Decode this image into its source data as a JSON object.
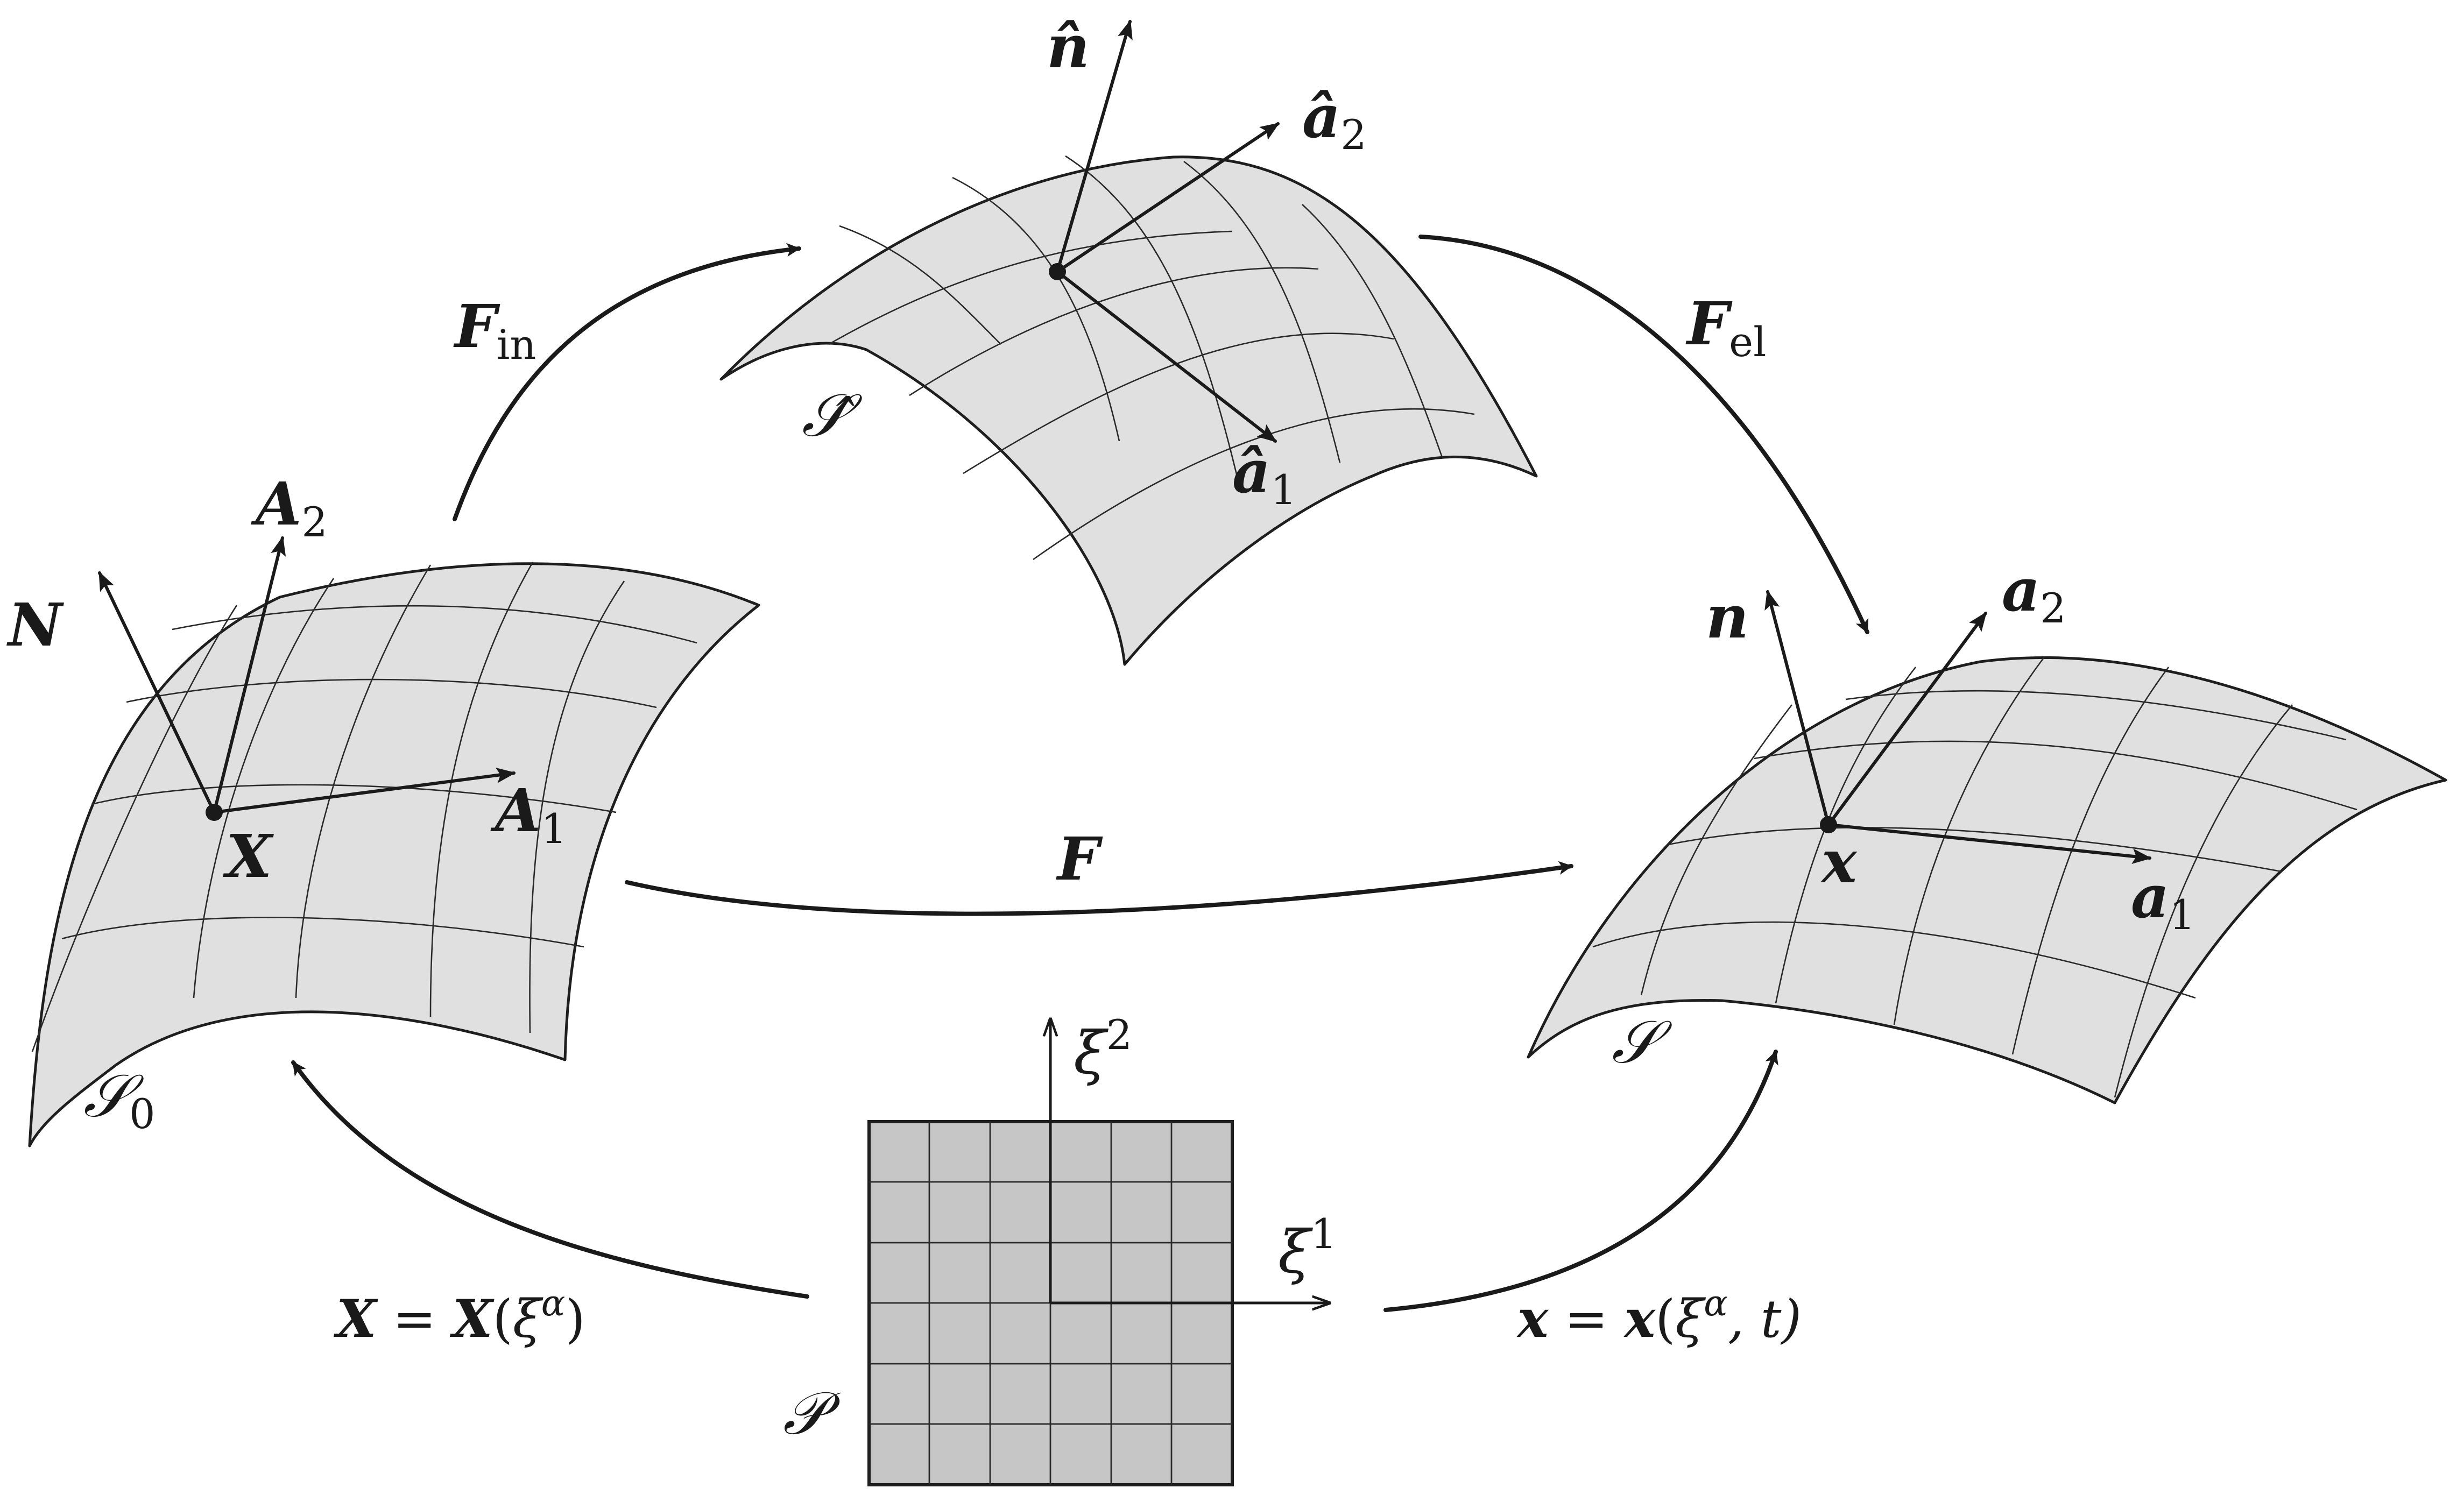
{
  "surfaces": {
    "reference": {
      "name": "𝒮",
      "sub": "0",
      "point": "X",
      "normal": "N",
      "base1": "A",
      "base1_sub": "1",
      "base2": "A",
      "base2_sub": "2"
    },
    "intermediate": {
      "name": "𝒮̂",
      "normal": "n̂",
      "base1": "â",
      "base1_sub": "1",
      "base2": "â",
      "base2_sub": "2"
    },
    "current": {
      "name": "𝒮",
      "point": "x",
      "normal": "n",
      "base1": "a",
      "base1_sub": "1",
      "base2": "a",
      "base2_sub": "2"
    },
    "parameter": {
      "name": "𝒫",
      "xi1": "ξ",
      "xi1_sup": "1",
      "xi2": "ξ",
      "xi2_sup": "2"
    }
  },
  "maps": {
    "F_in": {
      "symbol": "F",
      "sub": "in"
    },
    "F_el": {
      "symbol": "F",
      "sub": "el"
    },
    "F": {
      "symbol": "F"
    },
    "X_of_xi": {
      "lhs": "X",
      "eq": " = ",
      "rhs": "X",
      "open": "(",
      "xi": "ξ",
      "sup": "α",
      "close": ")"
    },
    "x_of_xi_t": {
      "lhs": "x",
      "eq": " = ",
      "rhs": "x",
      "open": "(",
      "xi": "ξ",
      "sup": "α",
      "rest": ", t)"
    }
  },
  "colors": {
    "surface_fill": "#e0e0e0",
    "parameter_fill": "#c6c6c6",
    "ink": "#1a1a1a"
  }
}
